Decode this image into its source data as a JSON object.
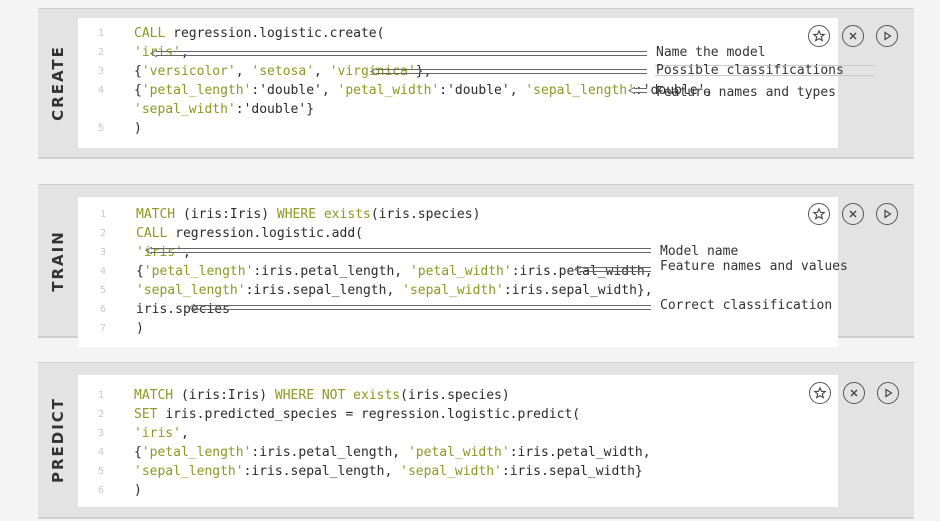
{
  "panels": [
    {
      "label": "CREATE",
      "lines": [
        {
          "n": "1",
          "tokens": [
            {
              "t": "CALL ",
              "k": "kw"
            },
            {
              "t": "regression.logistic.create(",
              "k": ""
            }
          ]
        },
        {
          "n": "2",
          "tokens": [
            {
              "t": "'iris'",
              "k": "str"
            },
            {
              "t": ",",
              "k": ""
            }
          ]
        },
        {
          "n": "3",
          "tokens": [
            {
              "t": "{",
              "k": ""
            },
            {
              "t": "'versicolor'",
              "k": "str"
            },
            {
              "t": ", ",
              "k": ""
            },
            {
              "t": "'setosa'",
              "k": "str"
            },
            {
              "t": ", ",
              "k": ""
            },
            {
              "t": "'virginica'",
              "k": "str"
            },
            {
              "t": "},",
              "k": ""
            }
          ]
        },
        {
          "n": "4",
          "tokens": [
            {
              "t": "{",
              "k": ""
            },
            {
              "t": "'petal_length'",
              "k": "str"
            },
            {
              "t": ":'double', ",
              "k": ""
            },
            {
              "t": "'petal_width'",
              "k": "str"
            },
            {
              "t": ":'double', ",
              "k": ""
            },
            {
              "t": "'sepal_length'",
              "k": "str"
            },
            {
              "t": ":'double',",
              "k": ""
            }
          ]
        },
        {
          "n": "",
          "tokens": [
            {
              "t": "'sepal_width'",
              "k": "str"
            },
            {
              "t": ":'double'}",
              "k": ""
            }
          ]
        },
        {
          "n": "5",
          "tokens": [
            {
              "t": ")",
              "k": ""
            }
          ]
        }
      ],
      "annotations": [
        "Name the model",
        "Possible classifications",
        "Feature names and types"
      ]
    },
    {
      "label": "TRAIN",
      "lines": [
        {
          "n": "1",
          "tokens": [
            {
              "t": "MATCH ",
              "k": "kw"
            },
            {
              "t": "(iris:Iris) ",
              "k": ""
            },
            {
              "t": "WHERE ",
              "k": "kw"
            },
            {
              "t": "exists",
              "k": "kw"
            },
            {
              "t": "(iris.species)",
              "k": ""
            }
          ]
        },
        {
          "n": "2",
          "tokens": [
            {
              "t": "CALL ",
              "k": "kw"
            },
            {
              "t": "regression.logistic.add(",
              "k": ""
            }
          ]
        },
        {
          "n": "3",
          "tokens": [
            {
              "t": "'iris'",
              "k": "str"
            },
            {
              "t": ",",
              "k": ""
            }
          ]
        },
        {
          "n": "4",
          "tokens": [
            {
              "t": "{",
              "k": ""
            },
            {
              "t": "'petal_length'",
              "k": "str"
            },
            {
              "t": ":iris.petal_length, ",
              "k": ""
            },
            {
              "t": "'petal_width'",
              "k": "str"
            },
            {
              "t": ":iris.petal_width,",
              "k": ""
            }
          ]
        },
        {
          "n": "5",
          "tokens": [
            {
              "t": "'sepal_length'",
              "k": "str"
            },
            {
              "t": ":iris.sepal_length, ",
              "k": ""
            },
            {
              "t": "'sepal_width'",
              "k": "str"
            },
            {
              "t": ":iris.sepal_width},",
              "k": ""
            }
          ]
        },
        {
          "n": "6",
          "tokens": [
            {
              "t": "iris.species",
              "k": ""
            }
          ]
        },
        {
          "n": "7",
          "tokens": [
            {
              "t": ")",
              "k": ""
            }
          ]
        }
      ],
      "annotations": [
        "Model name",
        "Feature names and values",
        "Correct classification"
      ]
    },
    {
      "label": "PREDICT",
      "lines": [
        {
          "n": "1",
          "tokens": [
            {
              "t": "MATCH ",
              "k": "kw"
            },
            {
              "t": "(iris:Iris) ",
              "k": ""
            },
            {
              "t": "WHERE NOT ",
              "k": "kw"
            },
            {
              "t": "exists",
              "k": "kw"
            },
            {
              "t": "(iris.species)",
              "k": ""
            }
          ]
        },
        {
          "n": "2",
          "tokens": [
            {
              "t": "SET ",
              "k": "kw"
            },
            {
              "t": "iris.predicted_species = regression.logistic.predict(",
              "k": ""
            }
          ]
        },
        {
          "n": "3",
          "tokens": [
            {
              "t": "'iris'",
              "k": "str"
            },
            {
              "t": ",",
              "k": ""
            }
          ]
        },
        {
          "n": "4",
          "tokens": [
            {
              "t": "{",
              "k": ""
            },
            {
              "t": "'petal_length'",
              "k": "str"
            },
            {
              "t": ":iris.petal_length, ",
              "k": ""
            },
            {
              "t": "'petal_width'",
              "k": "str"
            },
            {
              "t": ":iris.petal_width,",
              "k": ""
            }
          ]
        },
        {
          "n": "5",
          "tokens": [
            {
              "t": "'sepal_length'",
              "k": "str"
            },
            {
              "t": ":iris.sepal_length, ",
              "k": ""
            },
            {
              "t": "'sepal_width'",
              "k": "str"
            },
            {
              "t": ":iris.sepal_width}",
              "k": ""
            }
          ]
        },
        {
          "n": "6",
          "tokens": [
            {
              "t": ")",
              "k": ""
            }
          ]
        }
      ],
      "annotations": []
    }
  ],
  "icons": [
    "star-icon",
    "close-icon",
    "play-icon"
  ],
  "colors": {
    "keyword": "#8a9a22",
    "string": "#8a9a22",
    "panel": "#e3e3e4",
    "code_bg": "#ffffff"
  }
}
